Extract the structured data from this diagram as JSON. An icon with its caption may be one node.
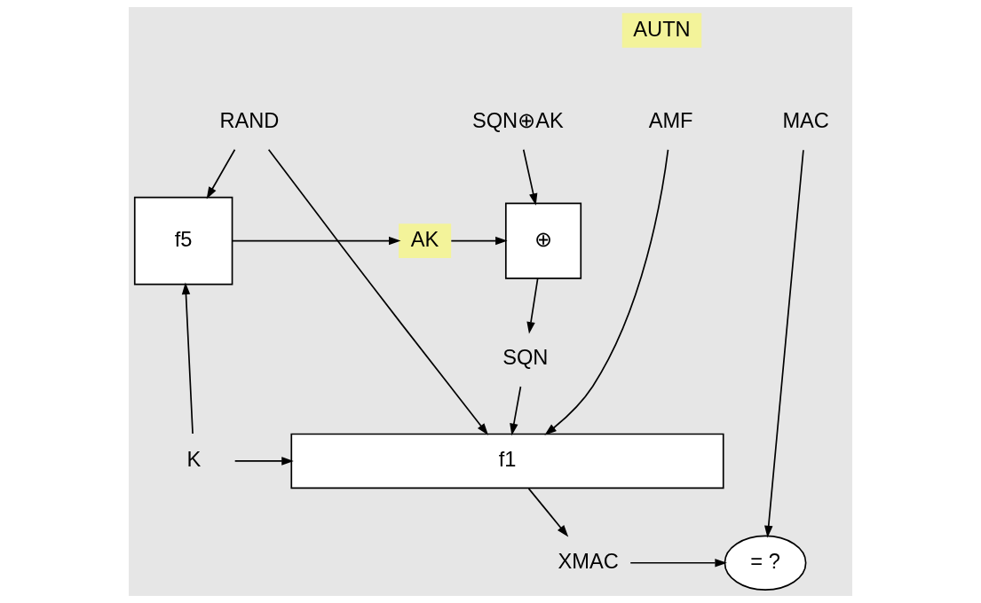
{
  "diagram": {
    "nodes": [
      {
        "text": [
          "RAND"
        ]
      },
      {
        "text": [
          "f5"
        ]
      },
      {
        "text": [
          "AK"
        ]
      },
      {
        "text": [
          "SQN⊕AK"
        ]
      },
      {
        "text": [
          "⊕"
        ]
      },
      {
        "text": [
          "SQN"
        ]
      },
      {
        "text": [
          "AMF"
        ]
      },
      {
        "text": [
          "MAC"
        ]
      },
      {
        "text": [
          "K"
        ]
      },
      {
        "text": [
          "f1"
        ]
      },
      {
        "text": [
          "XMAC"
        ]
      },
      {
        "text": [
          "= ?"
        ]
      }
    ],
    "edges": [
      {
        "from": 0,
        "to": 1,
        "arrow": "to"
      },
      {
        "from": 0,
        "to": 9,
        "arrow": "to"
      },
      {
        "from": 1,
        "to": 2,
        "arrow": "to"
      },
      {
        "from": 2,
        "to": 4,
        "arrow": "to"
      },
      {
        "from": 3,
        "to": 4,
        "arrow": "to"
      },
      {
        "from": 4,
        "to": 5,
        "arrow": "to"
      },
      {
        "from": 5,
        "to": 9,
        "arrow": "to"
      },
      {
        "from": 6,
        "to": 9,
        "arrow": "to"
      },
      {
        "from": 8,
        "to": 1,
        "arrow": "to"
      },
      {
        "from": 8,
        "to": 9,
        "arrow": "to"
      },
      {
        "from": 9,
        "to": 10,
        "arrow": "to"
      },
      {
        "from": 10,
        "to": 11,
        "arrow": "to"
      },
      {
        "from": 7,
        "to": 11,
        "arrow": "to"
      }
    ],
    "labels": [
      "AUTN"
    ]
  }
}
